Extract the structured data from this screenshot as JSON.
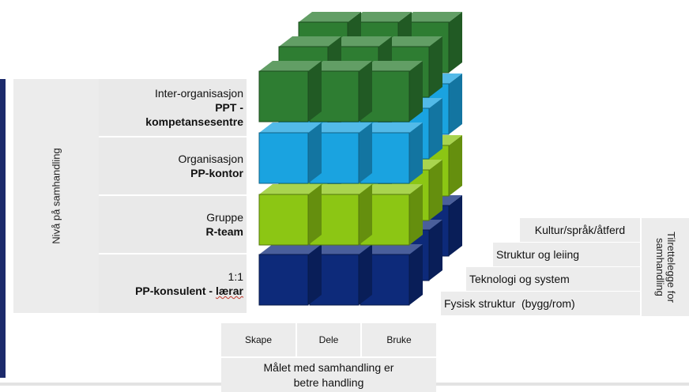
{
  "colors": {
    "green": "#2e7d32",
    "blue": "#1aa3e0",
    "lime": "#8cc614",
    "navy": "#0d2a7a"
  },
  "y_axis_label": "Nivå på samhandling",
  "levels": [
    {
      "line1": "Inter-organisasjon",
      "line2": "PPT -",
      "line3": "kompetansesentre",
      "color": "green"
    },
    {
      "line1": "Organisasjon",
      "line2": "PP-kontor",
      "color": "blue"
    },
    {
      "line1": "Gruppe",
      "line2": "R-team",
      "color": "lime"
    },
    {
      "line1": "1:1",
      "line2_plain": "PP-konsulent - ",
      "line2_underlined": "lærar",
      "color": "navy"
    }
  ],
  "right_axis_label_line1": "Tilrettelegge for",
  "right_axis_label_line2": "samhandling",
  "right_items": [
    "Kultur/språk/åtferd",
    "Struktur og leiing",
    "Teknologi og system",
    "Fysisk struktur  (bygg/rom)"
  ],
  "bottom_axis": {
    "columns": [
      "Skape",
      "Dele",
      "Bruke"
    ],
    "goal_line1": "Målet med samhandling er",
    "goal_line2": "betre handling"
  }
}
